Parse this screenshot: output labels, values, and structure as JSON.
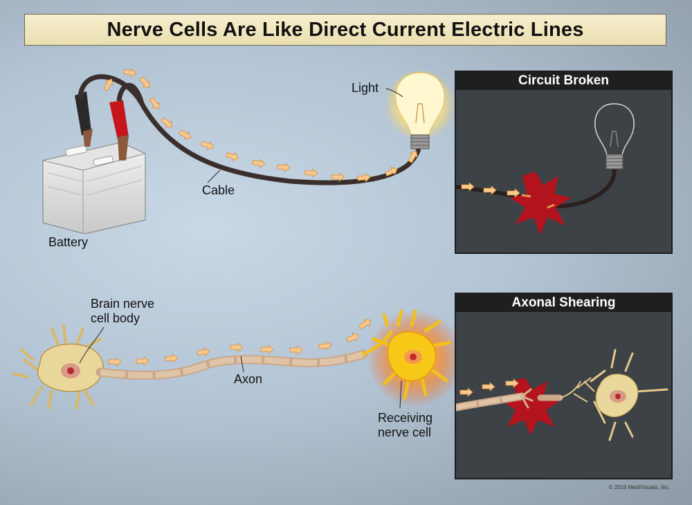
{
  "title": "Nerve Cells Are Like Direct Current Electric Lines",
  "labels": {
    "light": "Light",
    "cable": "Cable",
    "battery": "Battery",
    "brain_cell_line1": "Brain nerve",
    "brain_cell_line2": "cell body",
    "axon": "Axon",
    "receiving_line1": "Receiving",
    "receiving_line2": "nerve cell"
  },
  "panels": {
    "circuit_broken": "Circuit Broken",
    "axonal_shearing": "Axonal Shearing"
  },
  "copyright": "© 2016 MediVisuals, Inc.",
  "colors": {
    "title_bg": "#f2e9c4",
    "panel_bg": "#3d4247",
    "panel_header": "#1e1f21",
    "arrow": "#f7c98c",
    "break_star": "#b4141e",
    "cell_body": "#e8d49a",
    "receiving_cell": "#f5b800"
  }
}
